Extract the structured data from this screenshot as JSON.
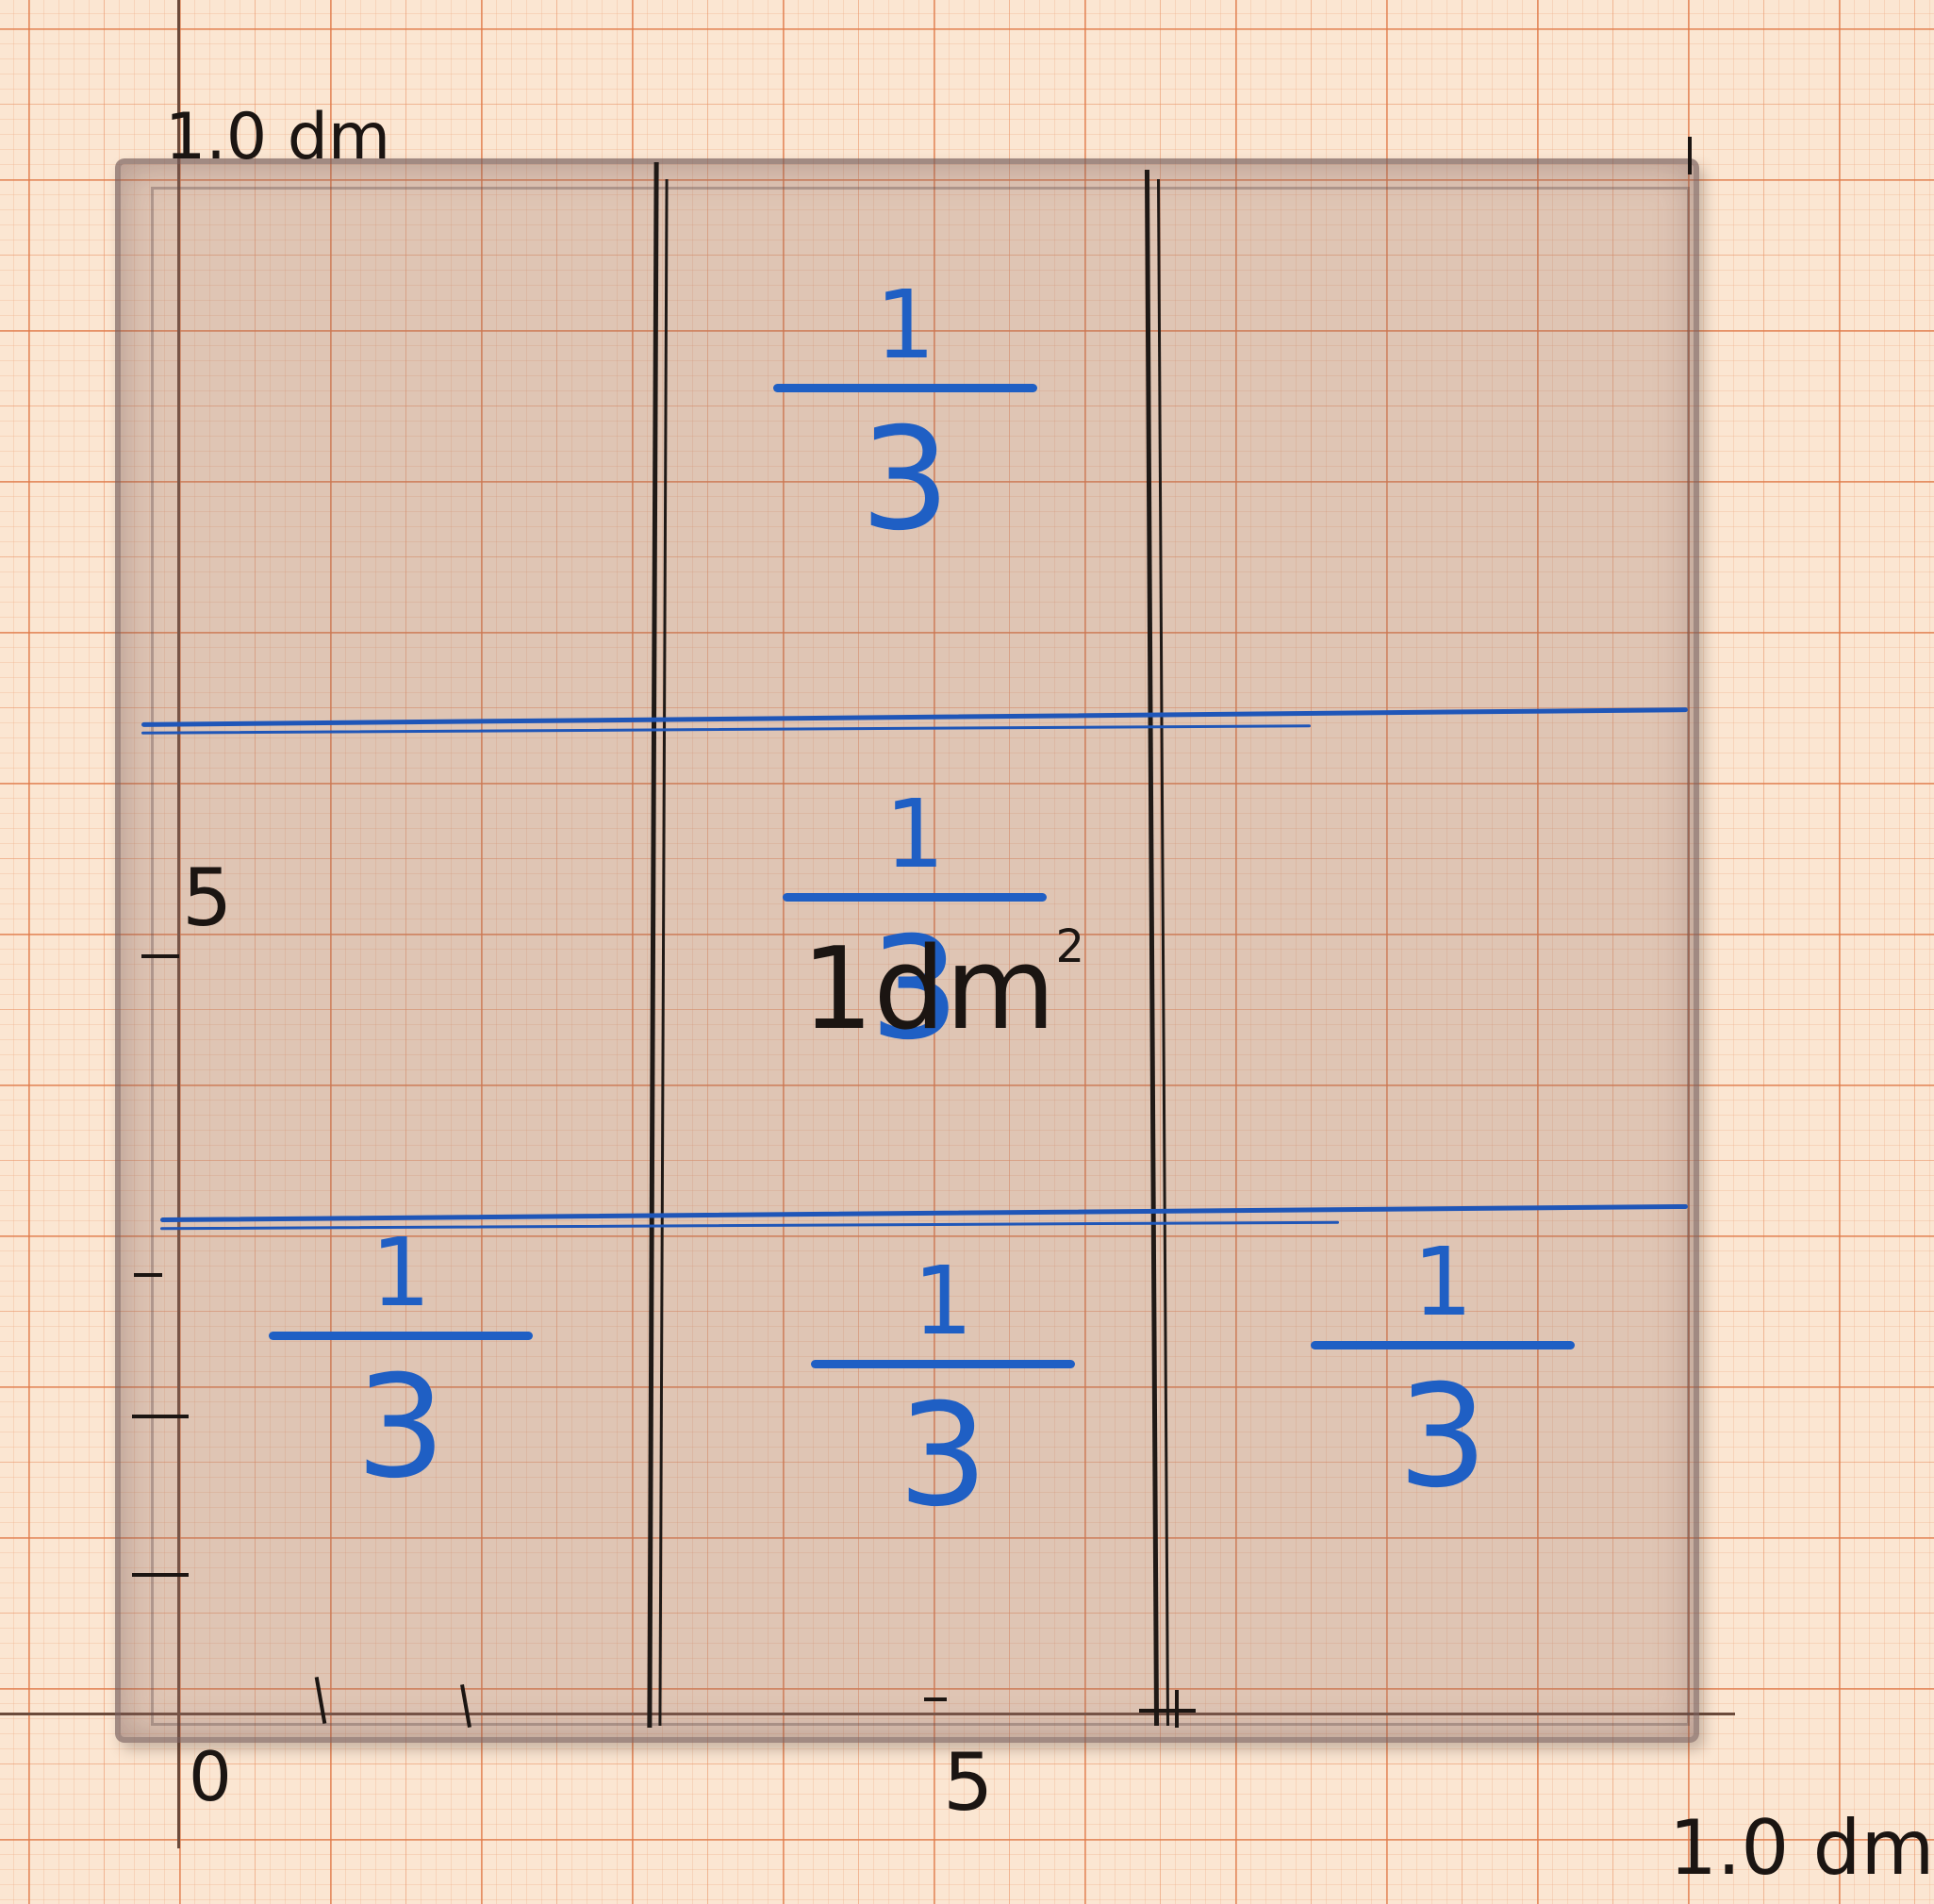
{
  "axis_labels": {
    "top_left": "1.0 dm",
    "left_mid": "5",
    "bottom_origin": "0",
    "bottom_mid": "5",
    "bottom_right": "1.0 dm"
  },
  "regions": [
    {
      "numerator": "1",
      "denominator": "3"
    },
    {
      "numerator": "1",
      "denominator": "3"
    },
    {
      "numerator": "1",
      "denominator": "3"
    },
    {
      "numerator": "1",
      "denominator": "3"
    },
    {
      "numerator": "1",
      "denominator": "3"
    }
  ],
  "area_label": {
    "prefix": "1",
    "unit": "dm",
    "exponent": "2"
  },
  "colors": {
    "ink_blue": "#1f5fc4",
    "ink_black": "#1b1512",
    "grid": "#e07846",
    "paper": "#fbe6d2"
  }
}
